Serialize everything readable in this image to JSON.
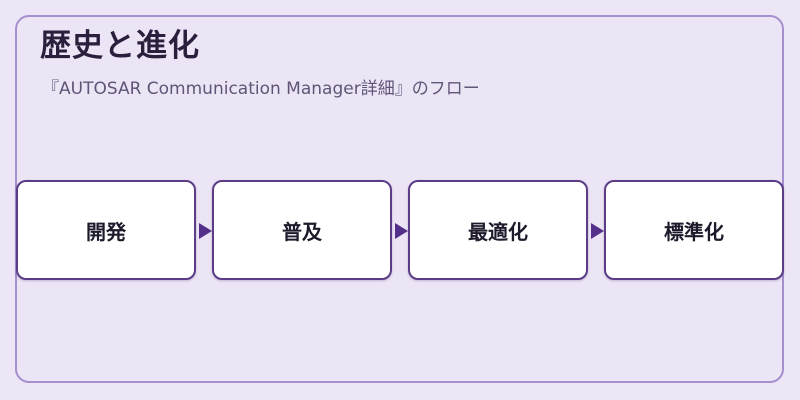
{
  "header": {
    "title": "歴史と進化",
    "subtitle": "『AUTOSAR Communication Manager詳細』のフロー"
  },
  "flow": {
    "steps": [
      {
        "label": "開発"
      },
      {
        "label": "普及"
      },
      {
        "label": "最適化"
      },
      {
        "label": "標準化"
      }
    ]
  },
  "colors": {
    "background": "#ede6f6",
    "frame_border": "#a58fcc",
    "step_border": "#5b3d86",
    "arrow": "#55308a"
  }
}
